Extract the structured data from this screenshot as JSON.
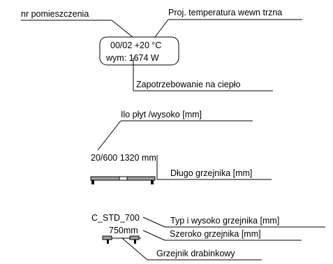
{
  "room_label": {
    "room_number_label": "nr pomieszczenia",
    "design_temperature_label": "Proj. temperatura wewn  trzna",
    "heat_demand_label": "Zapotrzebowanie na ciepło",
    "box_line_1": "00/02  +20 °C",
    "box_line_2": "wym: 1674 W"
  },
  "panel_radiator": {
    "plates_height_label": "Ilo    płyt /wysoko     [mm]",
    "value_line": "20/600  1320 mm",
    "length_label": "Długo     grzejnika [mm]"
  },
  "ladder_radiator": {
    "type_code": "C_STD_700",
    "type_height_label": "Typ i wysoko     grzejnika [mm]",
    "width_value": "750mm",
    "width_label": "Szeroko     grzejnika [mm]",
    "name_label": "Grzejnik drabinkowy"
  }
}
